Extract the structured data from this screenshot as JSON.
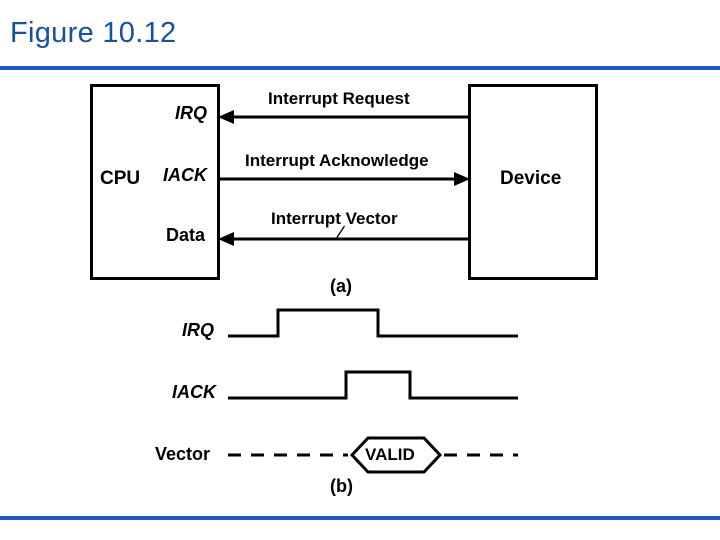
{
  "slide": {
    "title": "Figure 10.12",
    "accent_color": "#1f5bbf",
    "title_color": "#1a4fa0"
  },
  "diagram": {
    "part_a": {
      "caption": "(a)",
      "cpu_label": "CPU",
      "device_label": "Device",
      "cpu_signals": [
        {
          "name": "IRQ",
          "direction": "in"
        },
        {
          "name": "IACK",
          "direction": "out"
        },
        {
          "name": "Data",
          "direction": "in"
        }
      ],
      "bus_labels": [
        "Interrupt Request",
        "Interrupt Acknowledge",
        "Interrupt Vector"
      ],
      "slash_marker": "/"
    },
    "part_b": {
      "caption": "(b)",
      "waveforms": [
        {
          "label": "IRQ"
        },
        {
          "label": "IACK"
        },
        {
          "label": "Vector",
          "bubble": "VALID"
        }
      ]
    }
  }
}
